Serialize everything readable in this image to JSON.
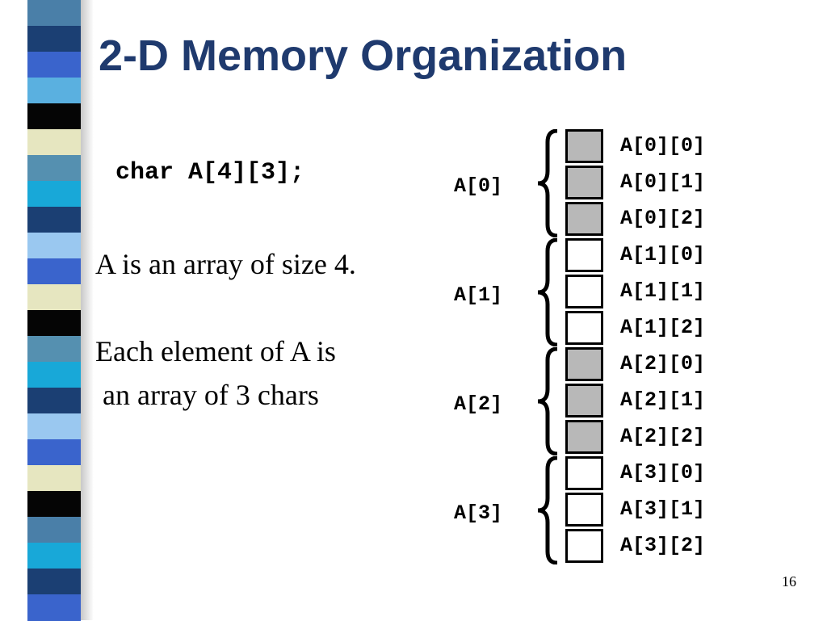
{
  "slide": {
    "title": "2-D Memory Organization",
    "code": "char A[4][3];",
    "text_lines": [
      "A is an array of size 4.",
      "",
      "Each element of A is",
      " an array of 3 chars"
    ],
    "page_number": "16"
  },
  "memory": {
    "groups": [
      {
        "label": "A[0]",
        "shaded": true
      },
      {
        "label": "A[1]",
        "shaded": false
      },
      {
        "label": "A[2]",
        "shaded": true
      },
      {
        "label": "A[3]",
        "shaded": false
      }
    ],
    "cells": [
      "A[0][0]",
      "A[0][1]",
      "A[0][2]",
      "A[1][0]",
      "A[1][1]",
      "A[1][2]",
      "A[2][0]",
      "A[2][1]",
      "A[2][2]",
      "A[3][0]",
      "A[3][1]",
      "A[3][2]"
    ]
  },
  "colors": {
    "title": "#1f3a6e",
    "shaded_cell": "#b8b8b8",
    "plain_cell": "#ffffff",
    "stripe": [
      "#4a7fa8",
      "#1b3f73",
      "#3a64cc",
      "#5ab0e0",
      "#050505",
      "#e6e6c0",
      "#5590b0",
      "#18a8d8",
      "#1b3f73",
      "#9ac8f0",
      "#3a64cc",
      "#e6e6c0",
      "#050505",
      "#5590b0",
      "#18a8d8",
      "#1b3f73",
      "#9ac8f0",
      "#3a64cc",
      "#e6e6c0",
      "#050505",
      "#4a7fa8",
      "#18a8d8",
      "#1b3f73",
      "#3a64cc"
    ]
  }
}
